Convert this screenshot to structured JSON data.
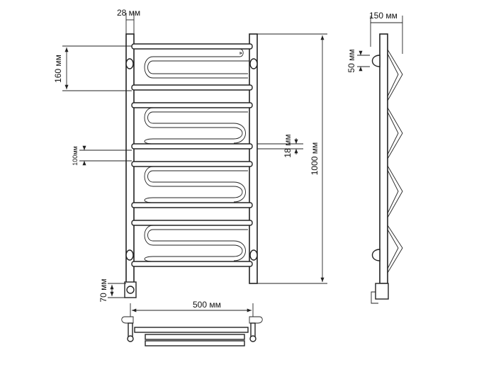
{
  "dimensions": {
    "pipe_diameter": "28 мм",
    "loop_pitch": "160 мм",
    "bar_thickness": "18 мм",
    "loop_gap": "100мм",
    "total_height": "1000 мм",
    "bottom_offset": "70 мм",
    "width": "500 мм",
    "depth": "150 мм",
    "wall_offset": "50 мм"
  },
  "colors": {
    "line": "#222222",
    "background": "#ffffff"
  }
}
